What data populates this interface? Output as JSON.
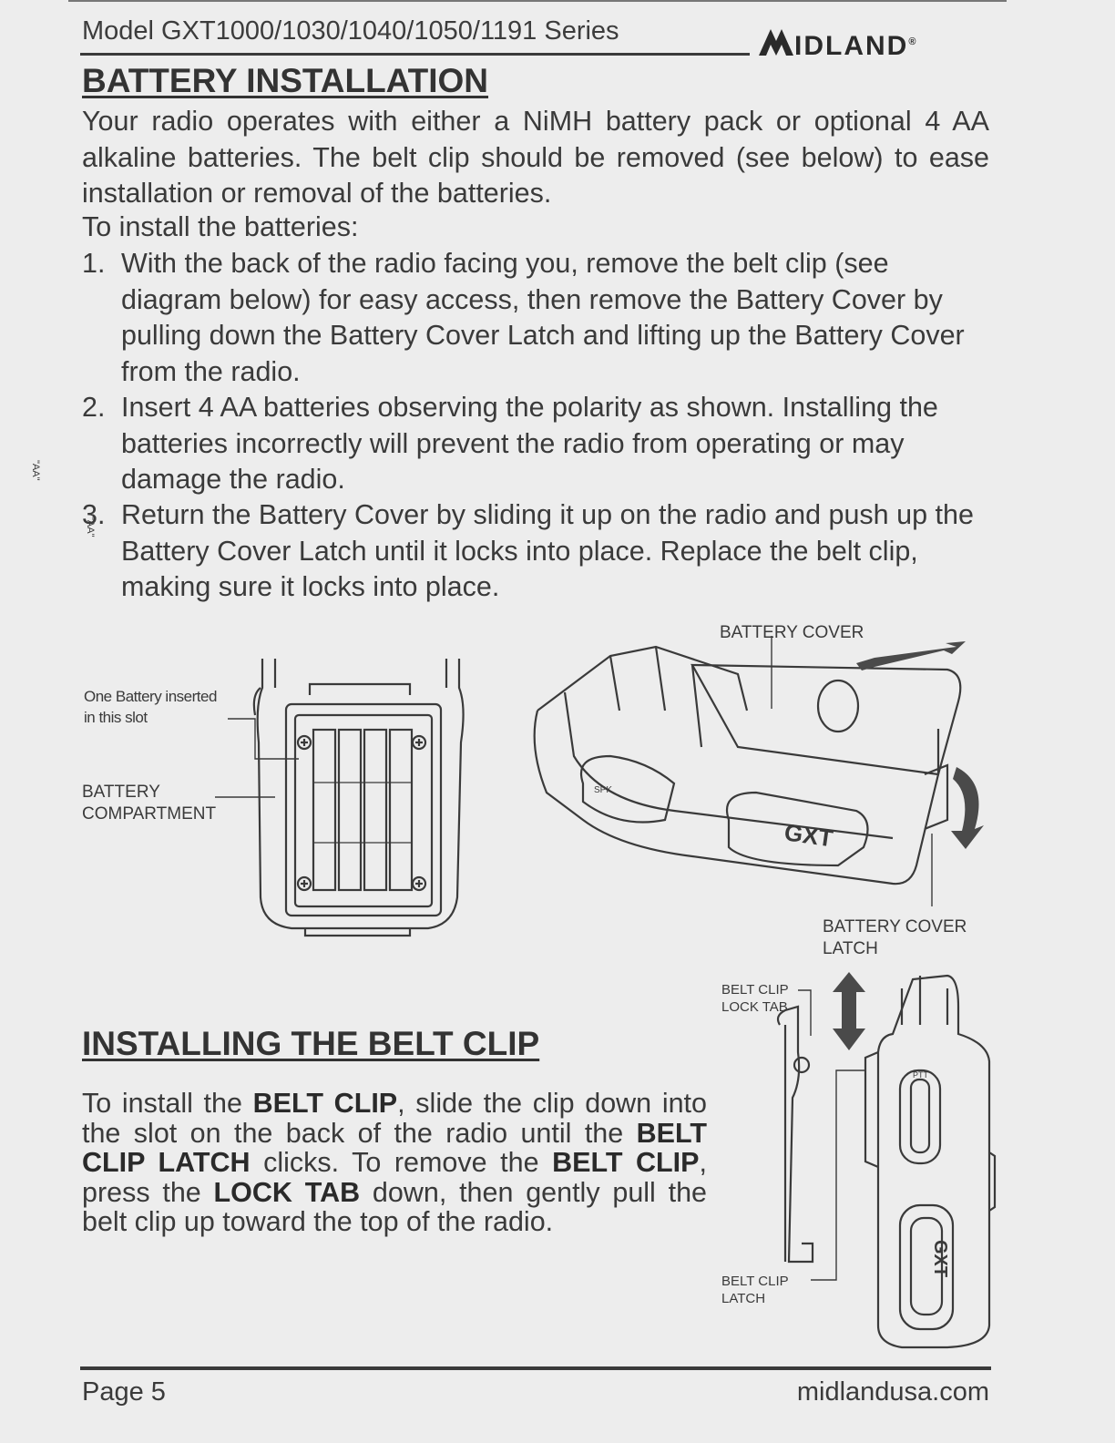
{
  "header": {
    "model": "Model GXT1000/1030/1040/1050/1191 Series",
    "logo": "IDLAND"
  },
  "battery_section": {
    "title": "BATTERY INSTALLATION",
    "intro": "Your radio operates with either a NiMH battery pack or optional 4 AA alkaline batteries. The belt clip should be removed (see below) to ease installation or removal of the batteries.",
    "install_intro": "To install the batteries:",
    "steps": [
      {
        "num": "1.",
        "text": "With the back of the radio facing you, remove the belt clip (see diagram below) for easy access, then remove the Battery Cover by pulling down the Battery Cover Latch and lifting up the Battery Cover from the radio."
      },
      {
        "num": "2.",
        "text": "Insert 4 AA batteries observing the polarity as shown. Installing the batteries incorrectly will prevent the radio from operating or may damage the radio."
      },
      {
        "num": "3.",
        "text": "Return the Battery Cover by sliding it up on the radio and push up the Battery Cover Latch until it locks into place. Replace the belt clip, making sure it locks into place."
      }
    ]
  },
  "diagram_labels": {
    "one_battery_line1": "One Battery inserted",
    "one_battery_line2": "in this slot",
    "compartment_line1": "BATTERY",
    "compartment_line2": "COMPARTMENT",
    "battery_cover": "BATTERY COVER",
    "cover_latch_line1": "BATTERY COVER",
    "cover_latch_line2": "LATCH",
    "lock_tab_line1": "BELT CLIP",
    "lock_tab_line2": "LOCK TAB",
    "clip_latch_line1": "BELT CLIP",
    "clip_latch_line2": "LATCH",
    "aa_label": "\"AA\"",
    "gxt_label": "GXT",
    "ptt_label": "PTT",
    "spk_label": "SPK"
  },
  "belt_section": {
    "title": "INSTALLING THE BELT CLIP",
    "p1": "To install the ",
    "b1": "BELT CLIP",
    "p2": ", slide the clip down into the slot on the back of the radio until the ",
    "b2": "BELT CLIP LATCH",
    "p3": " clicks. To remove the ",
    "b3": "BELT CLIP",
    "p4": ", press the ",
    "b4": "LOCK TAB",
    "p5": " down, then gently pull the belt clip up toward the top of the radio."
  },
  "footer": {
    "page": "Page 5",
    "url": "midlandusa.com"
  }
}
